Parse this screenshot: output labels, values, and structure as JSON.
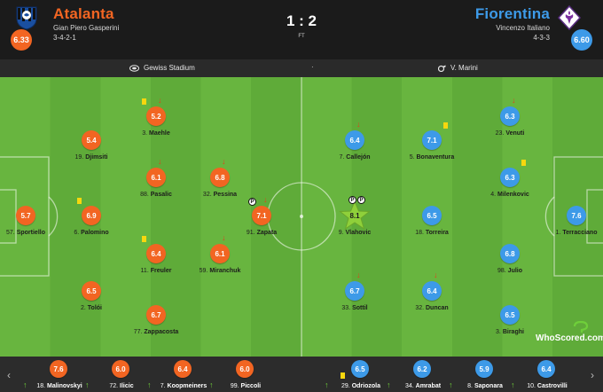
{
  "home": {
    "name": "Atalanta",
    "manager": "Gian Piero Gasperini",
    "formation": "3-4-2-1",
    "rating": "6.33",
    "color": "#f26522"
  },
  "away": {
    "name": "Fiorentina",
    "manager": "Vincenzo Italiano",
    "formation": "4-3-3",
    "rating": "6.60",
    "color": "#3d9ae8"
  },
  "score": "1 : 2",
  "status": "FT",
  "venue": "Gewiss Stadium",
  "referee": "V. Marini",
  "icons": {
    "venue": "stadium-icon",
    "referee": "whistle-icon",
    "card": "yellow-card-icon",
    "sub_off": "substituted-off-arrow-icon",
    "sub_on": "substituted-on-arrow-icon",
    "penalty": "penalty-badge-icon",
    "motm": "man-of-the-match-star-icon"
  },
  "players": [
    {
      "team": "home",
      "num": "3.",
      "name": "Maehle",
      "rating": "5.2",
      "card": true,
      "off": true
    },
    {
      "team": "home",
      "num": "19.",
      "name": "Djimsiti",
      "rating": "5.4"
    },
    {
      "team": "home",
      "num": "88.",
      "name": "Pasalic",
      "rating": "6.1",
      "off": true
    },
    {
      "team": "home",
      "num": "32.",
      "name": "Pessina",
      "rating": "6.8",
      "off": true
    },
    {
      "team": "home",
      "num": "57.",
      "name": "Sportiello",
      "rating": "5.7"
    },
    {
      "team": "home",
      "num": "6.",
      "name": "Palomino",
      "rating": "6.9",
      "card": true
    },
    {
      "team": "home",
      "num": "91.",
      "name": "Zapata",
      "rating": "7.1",
      "off": true,
      "badges": [
        "P"
      ]
    },
    {
      "team": "home",
      "num": "11.",
      "name": "Freuler",
      "rating": "6.4",
      "card": true
    },
    {
      "team": "home",
      "num": "59.",
      "name": "Miranchuk",
      "rating": "6.1",
      "off": true
    },
    {
      "team": "home",
      "num": "2.",
      "name": "Tolói",
      "rating": "6.5"
    },
    {
      "team": "home",
      "num": "77.",
      "name": "Zappacosta",
      "rating": "6.7"
    },
    {
      "team": "away",
      "num": "23.",
      "name": "Venuti",
      "rating": "6.3",
      "off": true
    },
    {
      "team": "away",
      "num": "7.",
      "name": "Callejón",
      "rating": "6.4",
      "off": true
    },
    {
      "team": "away",
      "num": "5.",
      "name": "Bonaventura",
      "rating": "7.1",
      "card": true
    },
    {
      "team": "away",
      "num": "4.",
      "name": "Milenkovic",
      "rating": "6.3",
      "card": true
    },
    {
      "team": "away",
      "num": "9.",
      "name": "Vlahovic",
      "rating": "8.1",
      "badges": [
        "P",
        "P"
      ],
      "motm": true
    },
    {
      "team": "away",
      "num": "18.",
      "name": "Torreira",
      "rating": "6.5"
    },
    {
      "team": "away",
      "num": "1.",
      "name": "Terracciano",
      "rating": "7.6"
    },
    {
      "team": "away",
      "num": "98.",
      "name": "Julio",
      "rating": "6.8"
    },
    {
      "team": "away",
      "num": "33.",
      "name": "Sottil",
      "rating": "6.7",
      "off": true
    },
    {
      "team": "away",
      "num": "32.",
      "name": "Duncan",
      "rating": "6.4",
      "off": true
    },
    {
      "team": "away",
      "num": "3.",
      "name": "Biraghi",
      "rating": "6.5"
    }
  ],
  "subs": [
    {
      "team": "home",
      "num": "18.",
      "name": "Malinovskyi",
      "rating": "7.6"
    },
    {
      "team": "home",
      "num": "72.",
      "name": "Ilicic",
      "rating": "6.0"
    },
    {
      "team": "home",
      "num": "7.",
      "name": "Koopmeiners",
      "rating": "6.4"
    },
    {
      "team": "home",
      "num": "99.",
      "name": "Piccoli",
      "rating": "6.0"
    },
    {
      "team": "away",
      "num": "29.",
      "name": "Odriozola",
      "rating": "6.5",
      "card": true
    },
    {
      "team": "away",
      "num": "34.",
      "name": "Amrabat",
      "rating": "6.2"
    },
    {
      "team": "away",
      "num": "8.",
      "name": "Saponara",
      "rating": "5.9"
    },
    {
      "team": "away",
      "num": "10.",
      "name": "Castrovilli",
      "rating": "6.4"
    }
  ],
  "watermark": "WhoScored.com",
  "nav": {
    "prev": "‹",
    "next": "›"
  }
}
